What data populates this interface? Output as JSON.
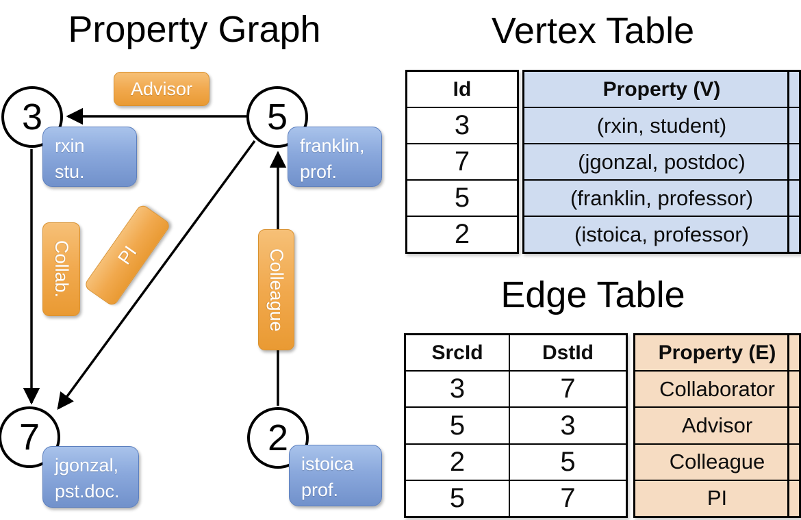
{
  "graph": {
    "title": "Property Graph",
    "nodes": [
      {
        "id": "3",
        "line1": "rxin",
        "line2": "stu."
      },
      {
        "id": "5",
        "line1": "franklin,",
        "line2": "prof."
      },
      {
        "id": "7",
        "line1": "jgonzal,",
        "line2": "pst.doc."
      },
      {
        "id": "2",
        "line1": "istoica",
        "line2": "prof."
      }
    ],
    "edge_labels": {
      "advisor": "Advisor",
      "collab": "Collab.",
      "pi": "PI",
      "colleague": "Colleague"
    }
  },
  "vertex_table": {
    "title": "Vertex Table",
    "headers": {
      "id": "Id",
      "property": "Property (V)"
    },
    "rows": [
      {
        "id": "3",
        "property": "(rxin, student)"
      },
      {
        "id": "7",
        "property": "(jgonzal, postdoc)"
      },
      {
        "id": "5",
        "property": "(franklin, professor)"
      },
      {
        "id": "2",
        "property": "(istoica, professor)"
      }
    ]
  },
  "edge_table": {
    "title": "Edge Table",
    "headers": {
      "src": "SrcId",
      "dst": "DstId",
      "property": "Property (E)"
    },
    "rows": [
      {
        "src": "3",
        "dst": "7",
        "property": "Collaborator"
      },
      {
        "src": "5",
        "dst": "3",
        "property": "Advisor"
      },
      {
        "src": "2",
        "dst": "5",
        "property": "Colleague"
      },
      {
        "src": "5",
        "dst": "7",
        "property": "PI"
      }
    ]
  },
  "colors": {
    "edge_label_top": "#f6c077",
    "edge_label_bottom": "#e99a33",
    "vertex_label_top": "#a9c3eb",
    "vertex_label_bottom": "#7191cb",
    "vertex_table_property_bg": "#cfdcf0",
    "edge_table_property_bg": "#f6dcc2",
    "line_color": "#000000"
  }
}
